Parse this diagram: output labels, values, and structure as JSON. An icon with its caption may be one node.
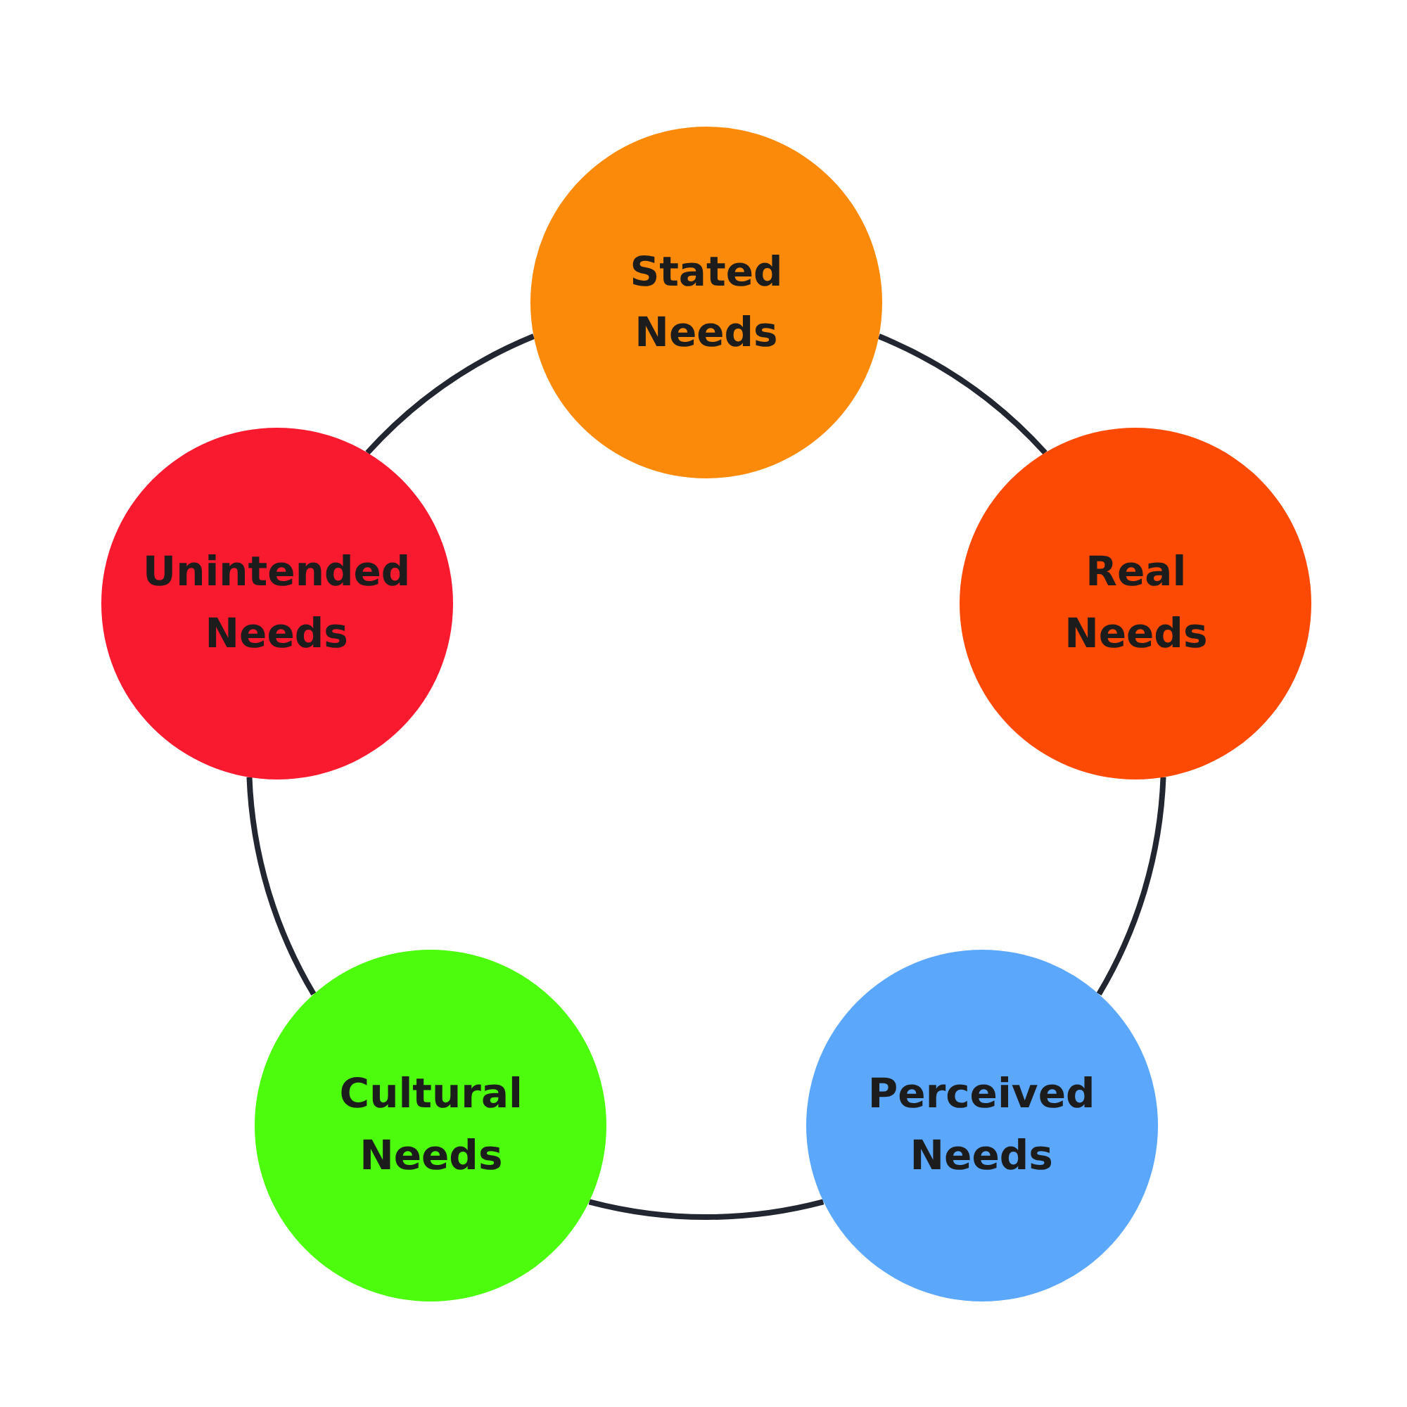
{
  "diagram": {
    "nodes": [
      {
        "text": [
          "Stated Needs"
        ]
      },
      {
        "text": [
          "Real Needs"
        ]
      },
      {
        "text": [
          "Perceived Needs"
        ]
      },
      {
        "text": [
          "Cultural Needs"
        ]
      },
      {
        "text": [
          "Unintended Needs"
        ]
      }
    ],
    "edges": [
      {
        "from": 0,
        "to": 1,
        "arrow": "none"
      },
      {
        "from": 1,
        "to": 2,
        "arrow": "none"
      },
      {
        "from": 2,
        "to": 3,
        "arrow": "none"
      },
      {
        "from": 3,
        "to": 4,
        "arrow": "none"
      },
      {
        "from": 4,
        "to": 0,
        "arrow": "none"
      }
    ]
  }
}
